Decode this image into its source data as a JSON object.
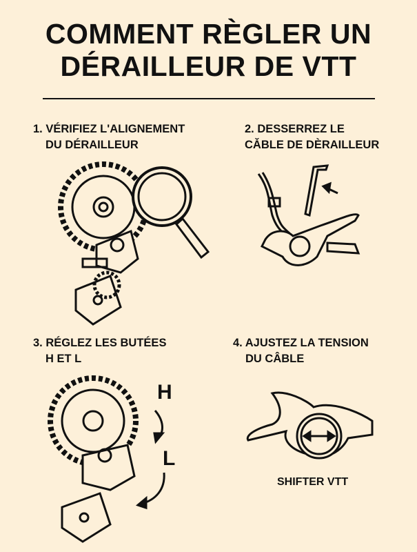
{
  "title": {
    "line1": "COMMENT RÈGLER UN",
    "line2": "DÉRAILLEUR DE VTT"
  },
  "steps": [
    {
      "line1": "1. VÉRIFIEZ L'ALIGNEMENT",
      "line2": "DU DÉRAILLEUR"
    },
    {
      "line1": "2. DESSERREZ LE",
      "line2": "CǍBLE DE DÈRAILLEUR"
    },
    {
      "line1": "3. RÉGLEZ LES BUTÉES",
      "line2": "H ET L"
    },
    {
      "line1": "4. AJUSTEZ LA TENSION",
      "line2": "DU CÂBLE"
    }
  ],
  "labels": {
    "high": "H",
    "low": "L",
    "shifter": "SHIFTER VTT"
  },
  "colors": {
    "background": "#fdf0d9",
    "ink": "#111111"
  }
}
